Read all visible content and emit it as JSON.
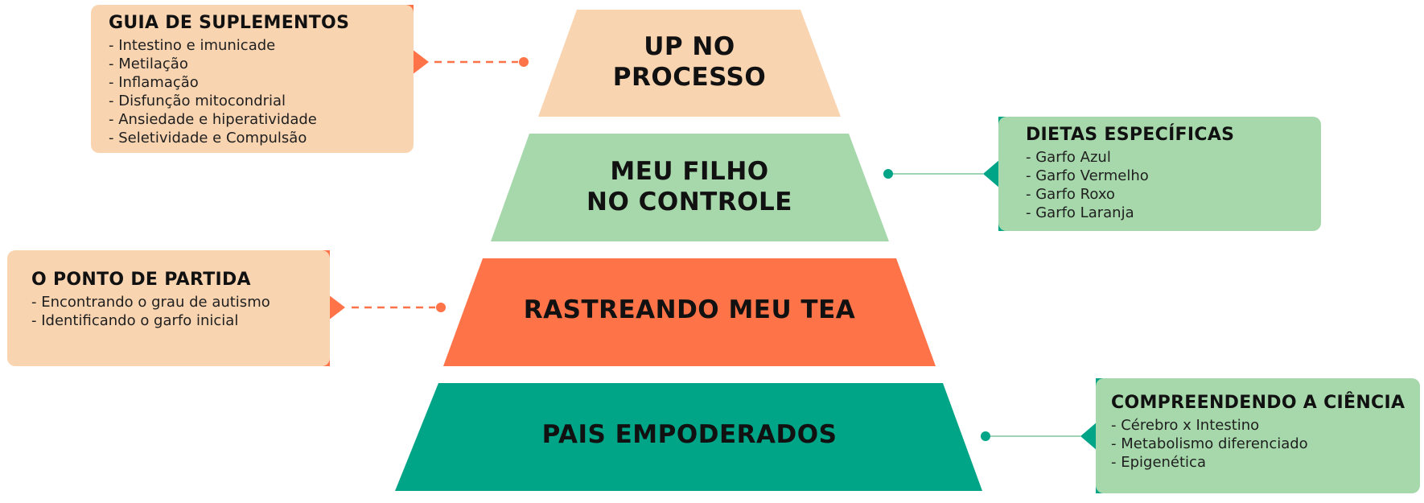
{
  "pyramid": {
    "tiers": [
      {
        "label_lines": [
          "UP NO",
          "PROCESSO"
        ],
        "color": "#f9d4b1"
      },
      {
        "label_lines": [
          "MEU FILHO",
          "NO CONTROLE"
        ],
        "color": "#a6d8ab"
      },
      {
        "label_lines": [
          "RASTREANDO MEU TEA"
        ],
        "color": "#ff7348"
      },
      {
        "label_lines": [
          "PAIS EMPODERADOS"
        ],
        "color": "#00a487"
      }
    ]
  },
  "callouts": {
    "suplementos": {
      "title": "GUIA DE SUPLEMENTOS",
      "items": [
        "- Intestino e imunicade",
        "- Metilação",
        "- Inflamação",
        "- Disfunção mitocondrial",
        "- Ansiedade e hiperatividade",
        "- Seletividade e Compulsão"
      ]
    },
    "dietas": {
      "title": "DIETAS ESPECÍFICAS",
      "items": [
        "- Garfo Azul",
        "- Garfo Vermelho",
        "- Garfo Roxo",
        "- Garfo Laranja"
      ]
    },
    "partida": {
      "title": "O PONTO DE PARTIDA",
      "items": [
        "- Encontrando o grau de autismo",
        "- Identificando o garfo inicial"
      ]
    },
    "ciencia": {
      "title": "COMPREENDENDO A CIÊNCIA",
      "items": [
        "- Cérebro x Intestino",
        "- Metabolismo diferenciado",
        "- Epigenética"
      ]
    }
  },
  "colors": {
    "orange_accent": "#ff7348",
    "orange_light": "#f9d4b1",
    "green_light": "#a6d8ab",
    "green_dark": "#00a487",
    "connector_green": "#9fd3b4"
  }
}
